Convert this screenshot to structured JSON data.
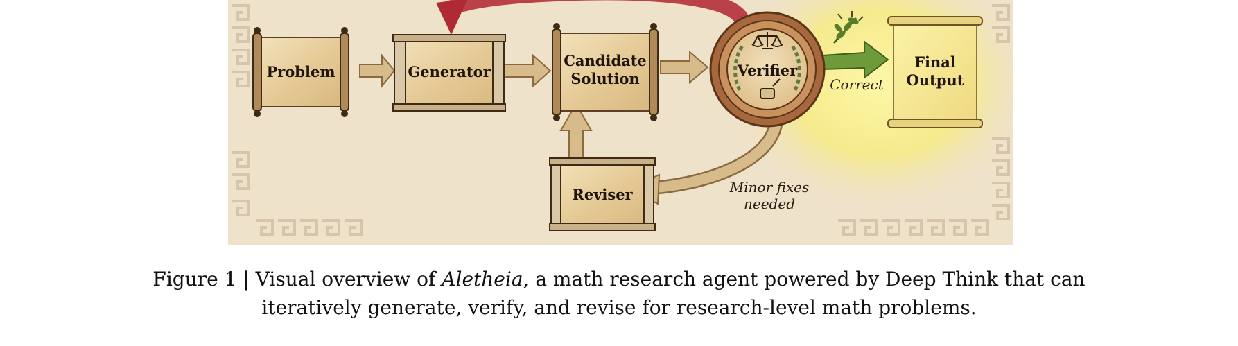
{
  "diagram": {
    "nodes": {
      "problem": "Problem",
      "generator": "Generator",
      "candidate": "Candidate\nSolution",
      "verifier": "Verifier",
      "reviser": "Reviser",
      "final": "Final\nOutput"
    },
    "edge_labels": {
      "correct": "Correct",
      "minor_fixes": "Minor fixes\nneeded"
    },
    "colors": {
      "parchment": "#efe2cb",
      "scroll": "#e8cf9f",
      "arrow_tan": "#d8bb8a",
      "arrow_green": "#6f9a3a",
      "arrow_red": "#b5303a",
      "glow": "#fbf28a",
      "border_pattern": "#d6c5ab"
    }
  },
  "caption": {
    "prefix": "Figure 1 | Visual overview of ",
    "emphasis": "Aletheia",
    "line1_rest": ", a math research agent powered by Deep Think that can",
    "line2": "iteratively generate, verify, and revise for research-level math problems."
  }
}
